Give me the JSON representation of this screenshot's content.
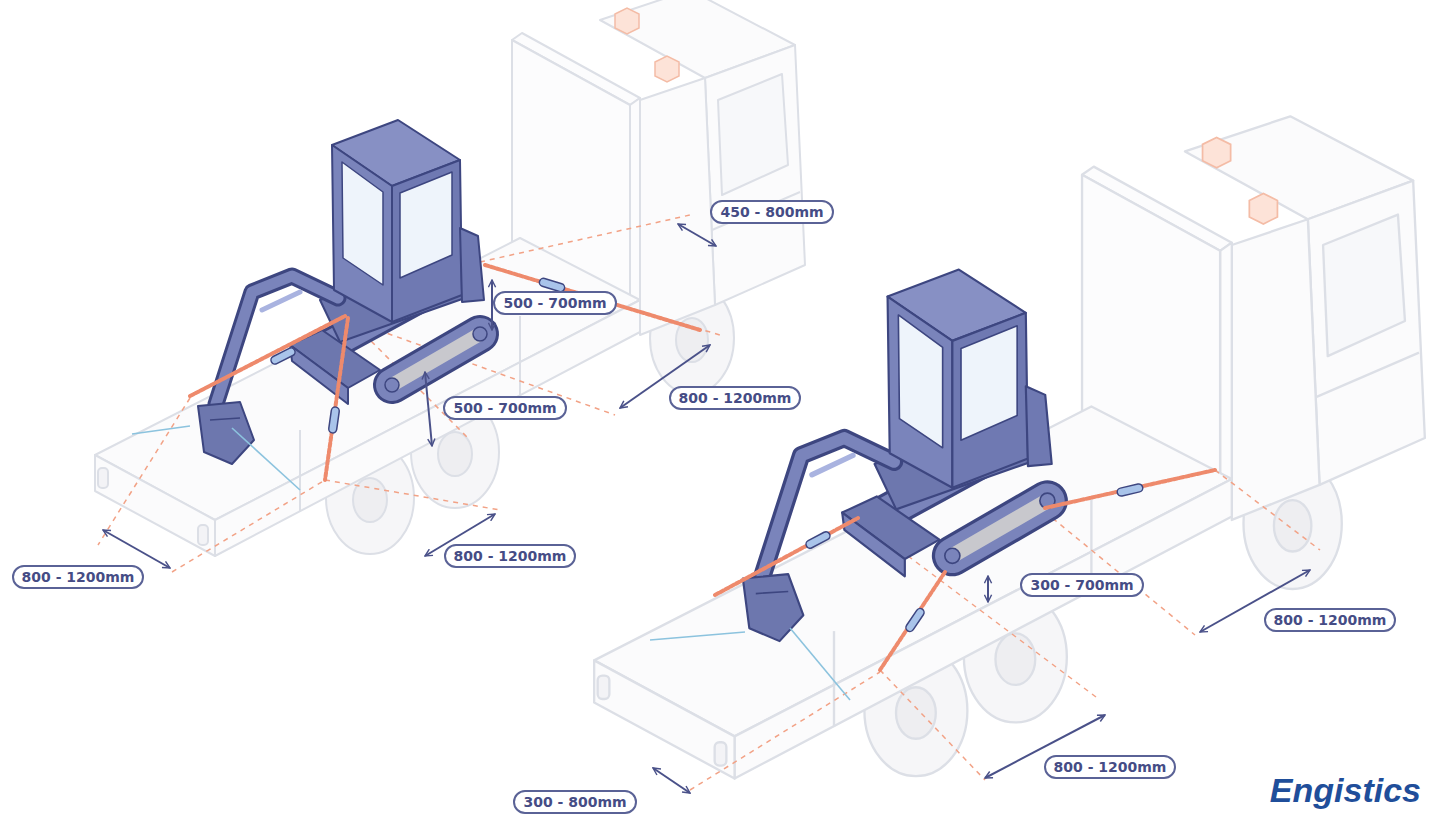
{
  "diagram": {
    "labels": [
      "450 - 800mm",
      "500 - 700mm",
      "800 - 1200mm",
      "500 - 700mm",
      "800 - 1200mm",
      "800 - 1200mm",
      "300 - 700mm",
      "800 - 1200mm",
      "800 - 1200mm",
      "300 - 800mm",
      "Engistics"
    ]
  }
}
